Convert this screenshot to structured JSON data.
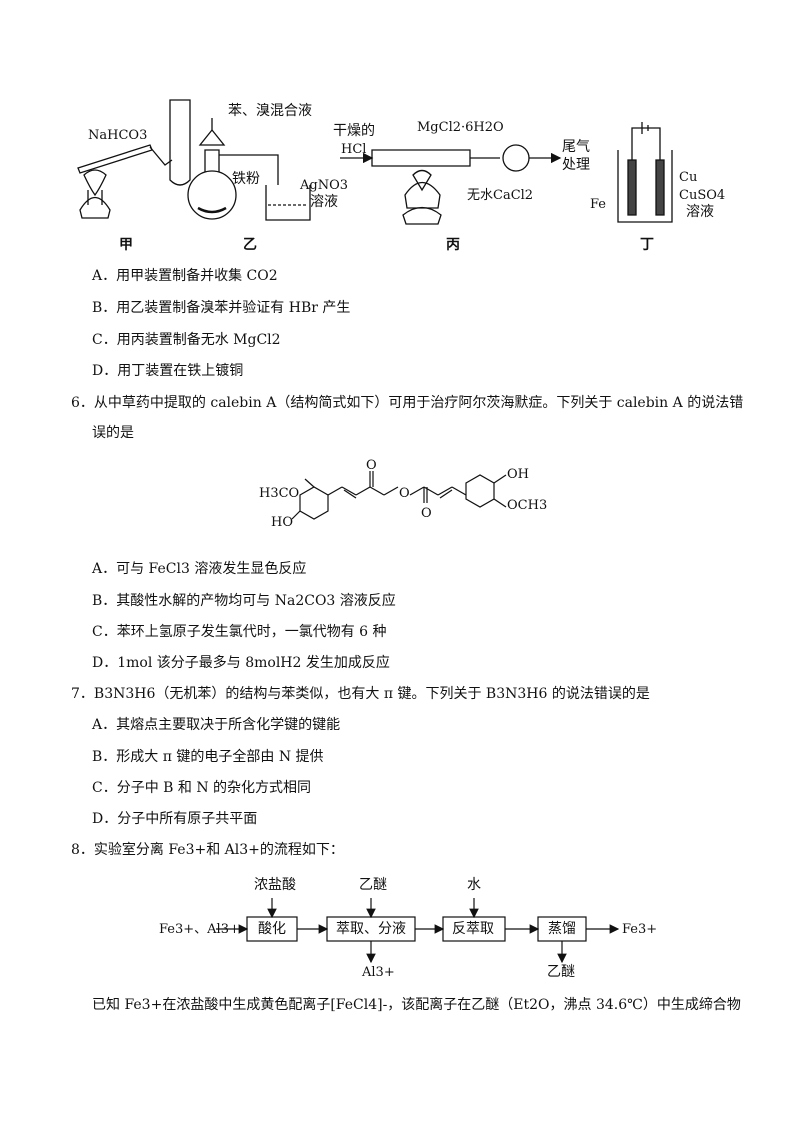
{
  "apparatus": {
    "jia": {
      "caption": "甲",
      "nahco3": "NaHCO3"
    },
    "yi": {
      "caption": "乙",
      "benzene_mix": "苯、溴混合液",
      "iron": "铁粉",
      "agno3": "AgNO3",
      "solution": "溶液"
    },
    "bing": {
      "caption": "丙",
      "dry": "干燥的",
      "hcl": "HCl",
      "mgcl2": "MgCl2·6H2O",
      "cacl2": "无水CaCl2",
      "tail1": "尾气",
      "tail2": "处理"
    },
    "ding": {
      "caption": "丁",
      "cu": "Cu",
      "fe": "Fe",
      "cuso4": "CuSO4",
      "solution": "溶液"
    }
  },
  "q5_options": [
    "A．用甲装置制备并收集 CO2",
    "B．用乙装置制备溴苯并验证有 HBr 产生",
    "C．用丙装置制备无水 MgCl2",
    "D．用丁装置在铁上镀铜"
  ],
  "q6": {
    "stem1": "6．从中草药中提取的 calebin A（结构简式如下）可用于治疗阿尔茨海默症。下列关于 calebin A 的说法错",
    "stem2": "误的是",
    "structure": {
      "left_top": "H3CO",
      "left_bottom": "HO",
      "right_top": "OH",
      "right_bottom": "OCH3",
      "ester_o": "O",
      "ketone_o": "O",
      "ester_co": "O"
    },
    "options": [
      "A．可与 FeCl3 溶液发生显色反应",
      "B．其酸性水解的产物均可与 Na2CO3 溶液反应",
      "C．苯环上氢原子发生氯代时，一氯代物有 6 种",
      "D．1mol 该分子最多与 8molH2 发生加成反应"
    ]
  },
  "q7": {
    "stem": "7．B3N3H6（无机苯）的结构与苯类似，也有大 π 键。下列关于 B3N3H6 的说法错误的是",
    "options": [
      "A．其熔点主要取决于所含化学键的键能",
      "B．形成大 π 键的电子全部由 N 提供",
      "C．分子中 B 和 N 的杂化方式相同",
      "D．分子中所有原子共平面"
    ]
  },
  "q8": {
    "stem": "8．实验室分离 Fe3+和 Al3+的流程如下：",
    "flow": {
      "input": "Fe3+、Al3+",
      "reagents": [
        "浓盐酸",
        "乙醚",
        "水"
      ],
      "steps": [
        "酸化",
        "萃取、分液",
        "反萃取",
        "蒸馏"
      ],
      "al_out": "Al3+",
      "fe_out": "Fe3+",
      "ether_out": "乙醚"
    },
    "note": "已知 Fe3+在浓盐酸中生成黄色配离子[FeCl4]-，该配离子在乙醚（Et2O，沸点 34.6℃）中生成缔合物"
  }
}
